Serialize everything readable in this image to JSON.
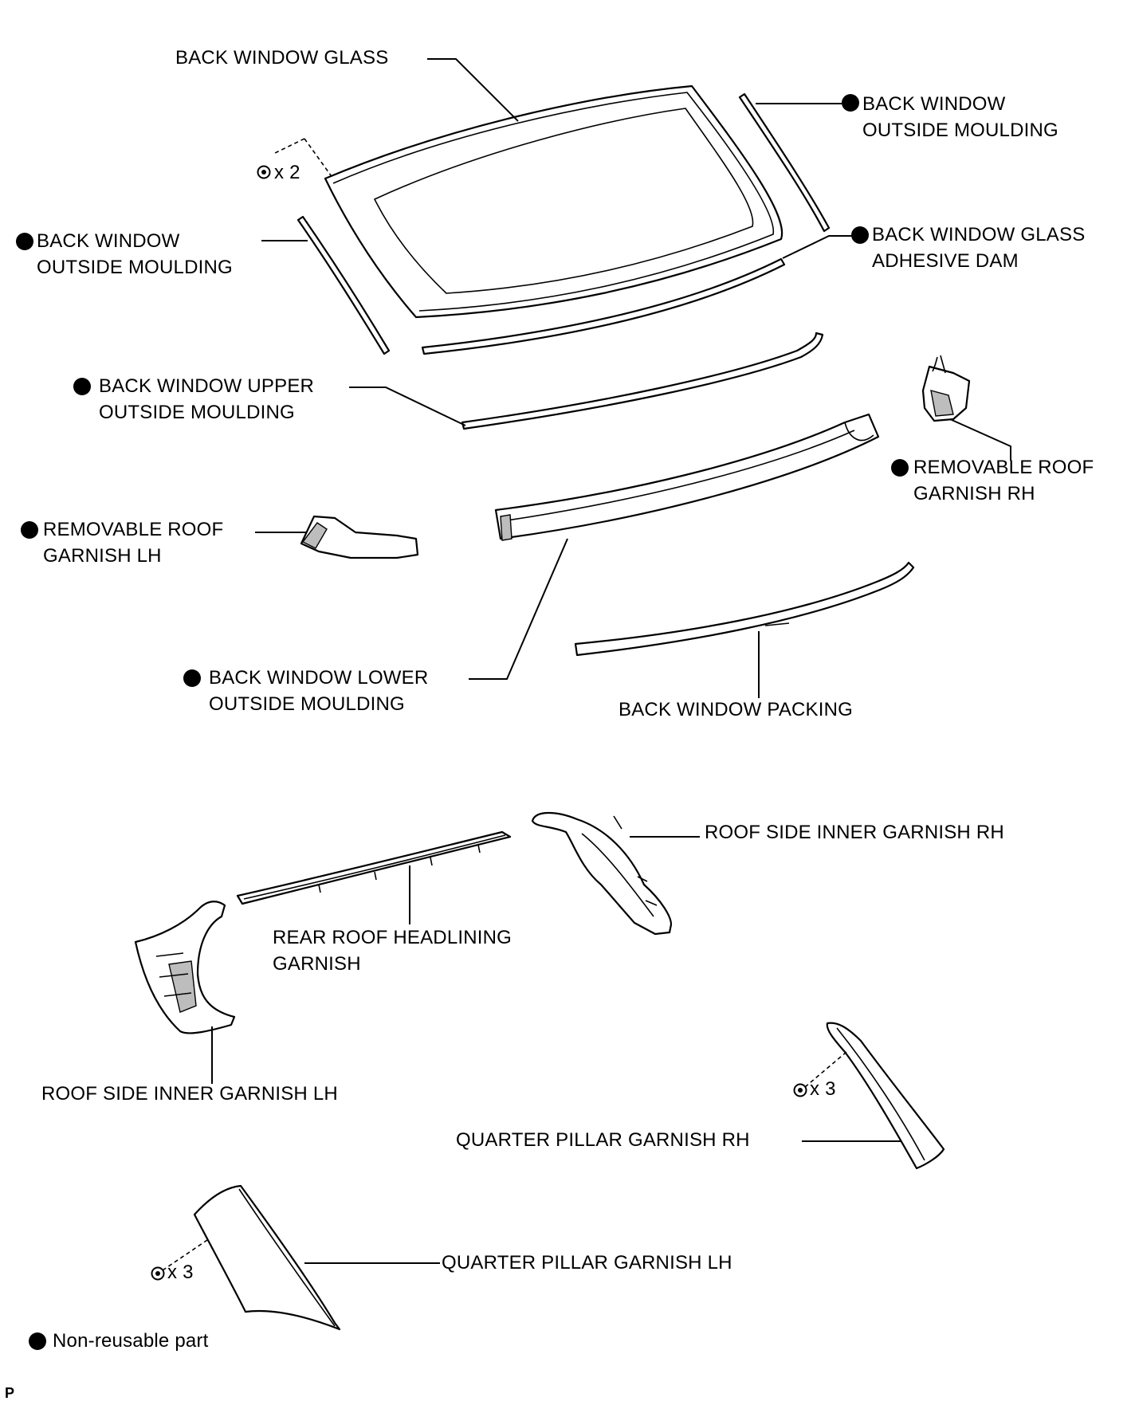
{
  "labels": {
    "back_window_glass": "BACK WINDOW GLASS",
    "clip_count_glass": "x 2",
    "outside_moulding_rh_l1": "BACK WINDOW",
    "outside_moulding_rh_l2": "OUTSIDE MOULDING",
    "outside_moulding_lh_l1": "BACK WINDOW",
    "outside_moulding_lh_l2": "OUTSIDE MOULDING",
    "adhesive_dam_l1": "BACK WINDOW GLASS",
    "adhesive_dam_l2": "ADHESIVE DAM",
    "upper_moulding_l1": "BACK WINDOW UPPER",
    "upper_moulding_l2": "OUTSIDE MOULDING",
    "roof_garnish_rh_l1": "REMOVABLE ROOF",
    "roof_garnish_rh_l2": "GARNISH RH",
    "roof_garnish_lh_l1": "REMOVABLE ROOF",
    "roof_garnish_lh_l2": "GARNISH LH",
    "lower_moulding_l1": "BACK WINDOW LOWER",
    "lower_moulding_l2": "OUTSIDE MOULDING",
    "packing": "BACK WINDOW PACKING",
    "inner_garnish_rh": "ROOF SIDE INNER GARNISH RH",
    "headlining_l1": "REAR ROOF HEADLINING",
    "headlining_l2": "GARNISH",
    "inner_garnish_lh": "ROOF SIDE INNER GARNISH LH",
    "clip_count_pillar_rh": "x 3",
    "pillar_rh": "QUARTER PILLAR GARNISH RH",
    "clip_count_pillar_lh": "x 3",
    "pillar_lh": "QUARTER PILLAR GARNISH LH",
    "legend": "Non-reusable part",
    "corner_code": "P"
  },
  "colors": {
    "ink": "#000000",
    "paper": "#ffffff",
    "shade": "#bdbdbd"
  },
  "icons": {
    "non_reusable_marker": "filled-circle-icon",
    "clip": "clip-icon"
  }
}
